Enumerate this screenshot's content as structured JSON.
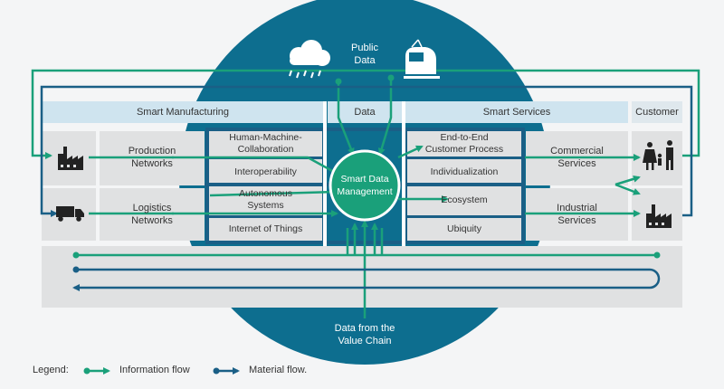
{
  "headers": {
    "smart_manufacturing": "Smart Manufacturing",
    "data": "Data",
    "smart_services": "Smart Services",
    "customer": "Customer"
  },
  "public_data": "Public\nData",
  "left_rows": [
    "Production\nNetworks",
    "Logistics\nNetworks"
  ],
  "manufacturing_items": [
    "Human-Machine-\nCollaboration",
    "Interoperability",
    "Autonomous\nSystems",
    "Internet of Things"
  ],
  "center": "Smart Data\nManagement",
  "services_items": [
    "End-to-End\nCustomer Process",
    "Individualization",
    "Ecosystem",
    "Ubiquity"
  ],
  "right_rows": [
    "Commercial\nServices",
    "Industrial\nServices"
  ],
  "value_chain": "Data from the\nValue Chain",
  "legend": {
    "label": "Legend:",
    "information": "Information flow",
    "material": "Material flow."
  },
  "colors": {
    "circle": "#0d6e8f",
    "information_flow": "#1aa07a",
    "material_flow": "#1a5f86",
    "header_band": "#cfe4ef",
    "cell": "#e0e1e2",
    "background": "#f4f5f6"
  },
  "icons": [
    "cloud-rain-icon",
    "train-icon",
    "factory-icon",
    "truck-icon",
    "family-icon",
    "industrial-factory-icon"
  ]
}
